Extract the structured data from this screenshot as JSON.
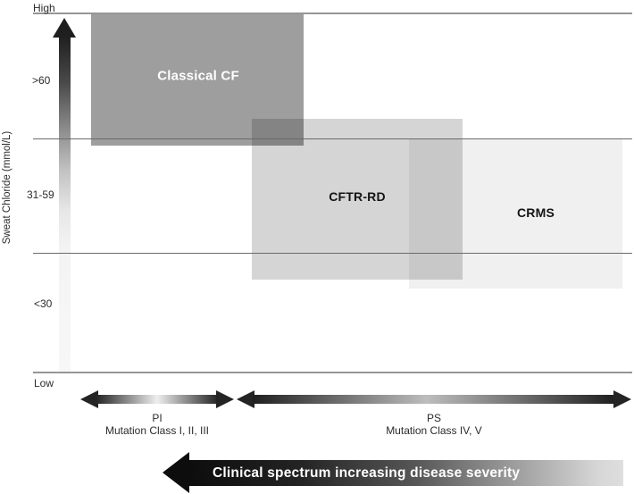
{
  "figure": {
    "y_axis": {
      "title": "Sweat Chloride (mmol/L)",
      "top_label": "High",
      "bottom_label": "Low",
      "tick_labels": [
        ">60",
        "31-59",
        "<30"
      ]
    },
    "regions": [
      {
        "label": "Classical CF",
        "color": "#9e9e9e",
        "sweat_chloride": ">60",
        "x_range": "PI, partial PS"
      },
      {
        "label": "CFTR-RD",
        "color": "#d5d5d5",
        "sweat_chloride": "31-59",
        "x_range": "PS"
      },
      {
        "label": "CRMS",
        "color": "#f0f0f0",
        "sweat_chloride": "31-59",
        "x_range": "PS"
      }
    ],
    "x_axis": {
      "segments": [
        {
          "label": "PI",
          "sublabel": "Mutation Class I, II, III"
        },
        {
          "label": "PS",
          "sublabel": "Mutation Class IV, V"
        }
      ]
    },
    "severity_arrow_label": "Clinical spectrum increasing disease severity"
  }
}
